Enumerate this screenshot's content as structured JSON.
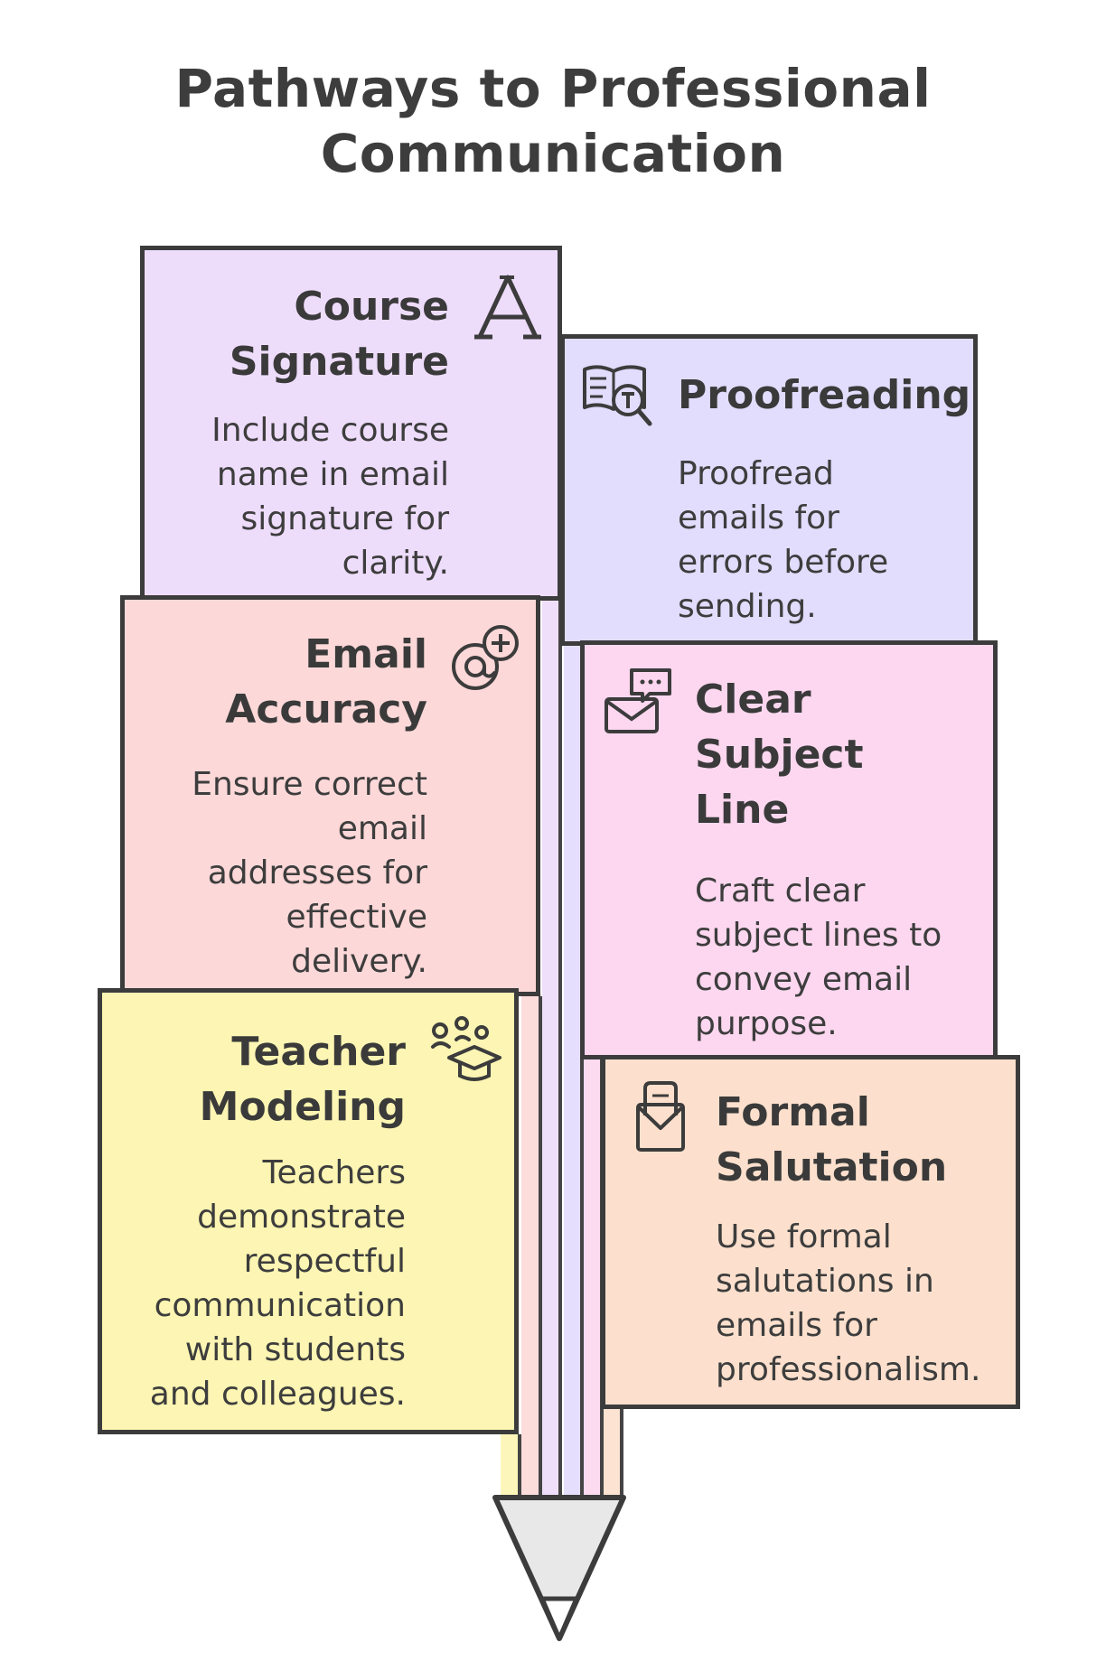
{
  "title": {
    "line1": "Pathways to Professional",
    "line2": "Communication"
  },
  "colors": {
    "outline": "#3c3c3c",
    "course_signature": "#eedcfb",
    "proofreading": "#e2dcfd",
    "email_accuracy": "#fdd8d8",
    "clear_subject_line": "#fcd7ef",
    "teacher_modeling": "#fcf5b3",
    "formal_salutation": "#fce0cd",
    "pencil_tip": "#e8e8e8"
  },
  "cards": {
    "course_signature": {
      "icon": "typography-letter-a-icon",
      "title": [
        "Course",
        "Signature"
      ],
      "body": [
        "Include course",
        "name in email",
        "signature for",
        "clarity."
      ]
    },
    "proofreading": {
      "icon": "book-magnifier-icon",
      "title": [
        "Proofreading"
      ],
      "body": [
        "Proofread",
        "emails for",
        "errors before",
        "sending."
      ]
    },
    "email_accuracy": {
      "icon": "at-sign-plus-icon",
      "title": [
        "Email",
        "Accuracy"
      ],
      "body": [
        "Ensure correct",
        "email",
        "addresses for",
        "effective",
        "delivery."
      ]
    },
    "clear_subject_line": {
      "icon": "envelope-chat-icon",
      "title": [
        "Clear",
        "Subject",
        "Line"
      ],
      "body": [
        "Craft clear",
        "subject lines to",
        "convey email",
        "purpose."
      ]
    },
    "teacher_modeling": {
      "icon": "teacher-students-icon",
      "title": [
        "Teacher",
        "Modeling"
      ],
      "body": [
        "Teachers",
        "demonstrate",
        "respectful",
        "communication",
        "with students",
        "and colleagues."
      ]
    },
    "formal_salutation": {
      "icon": "envelope-letter-icon",
      "title": [
        "Formal",
        "Salutation"
      ],
      "body": [
        "Use formal",
        "salutations in",
        "emails for",
        "professionalism."
      ]
    }
  }
}
